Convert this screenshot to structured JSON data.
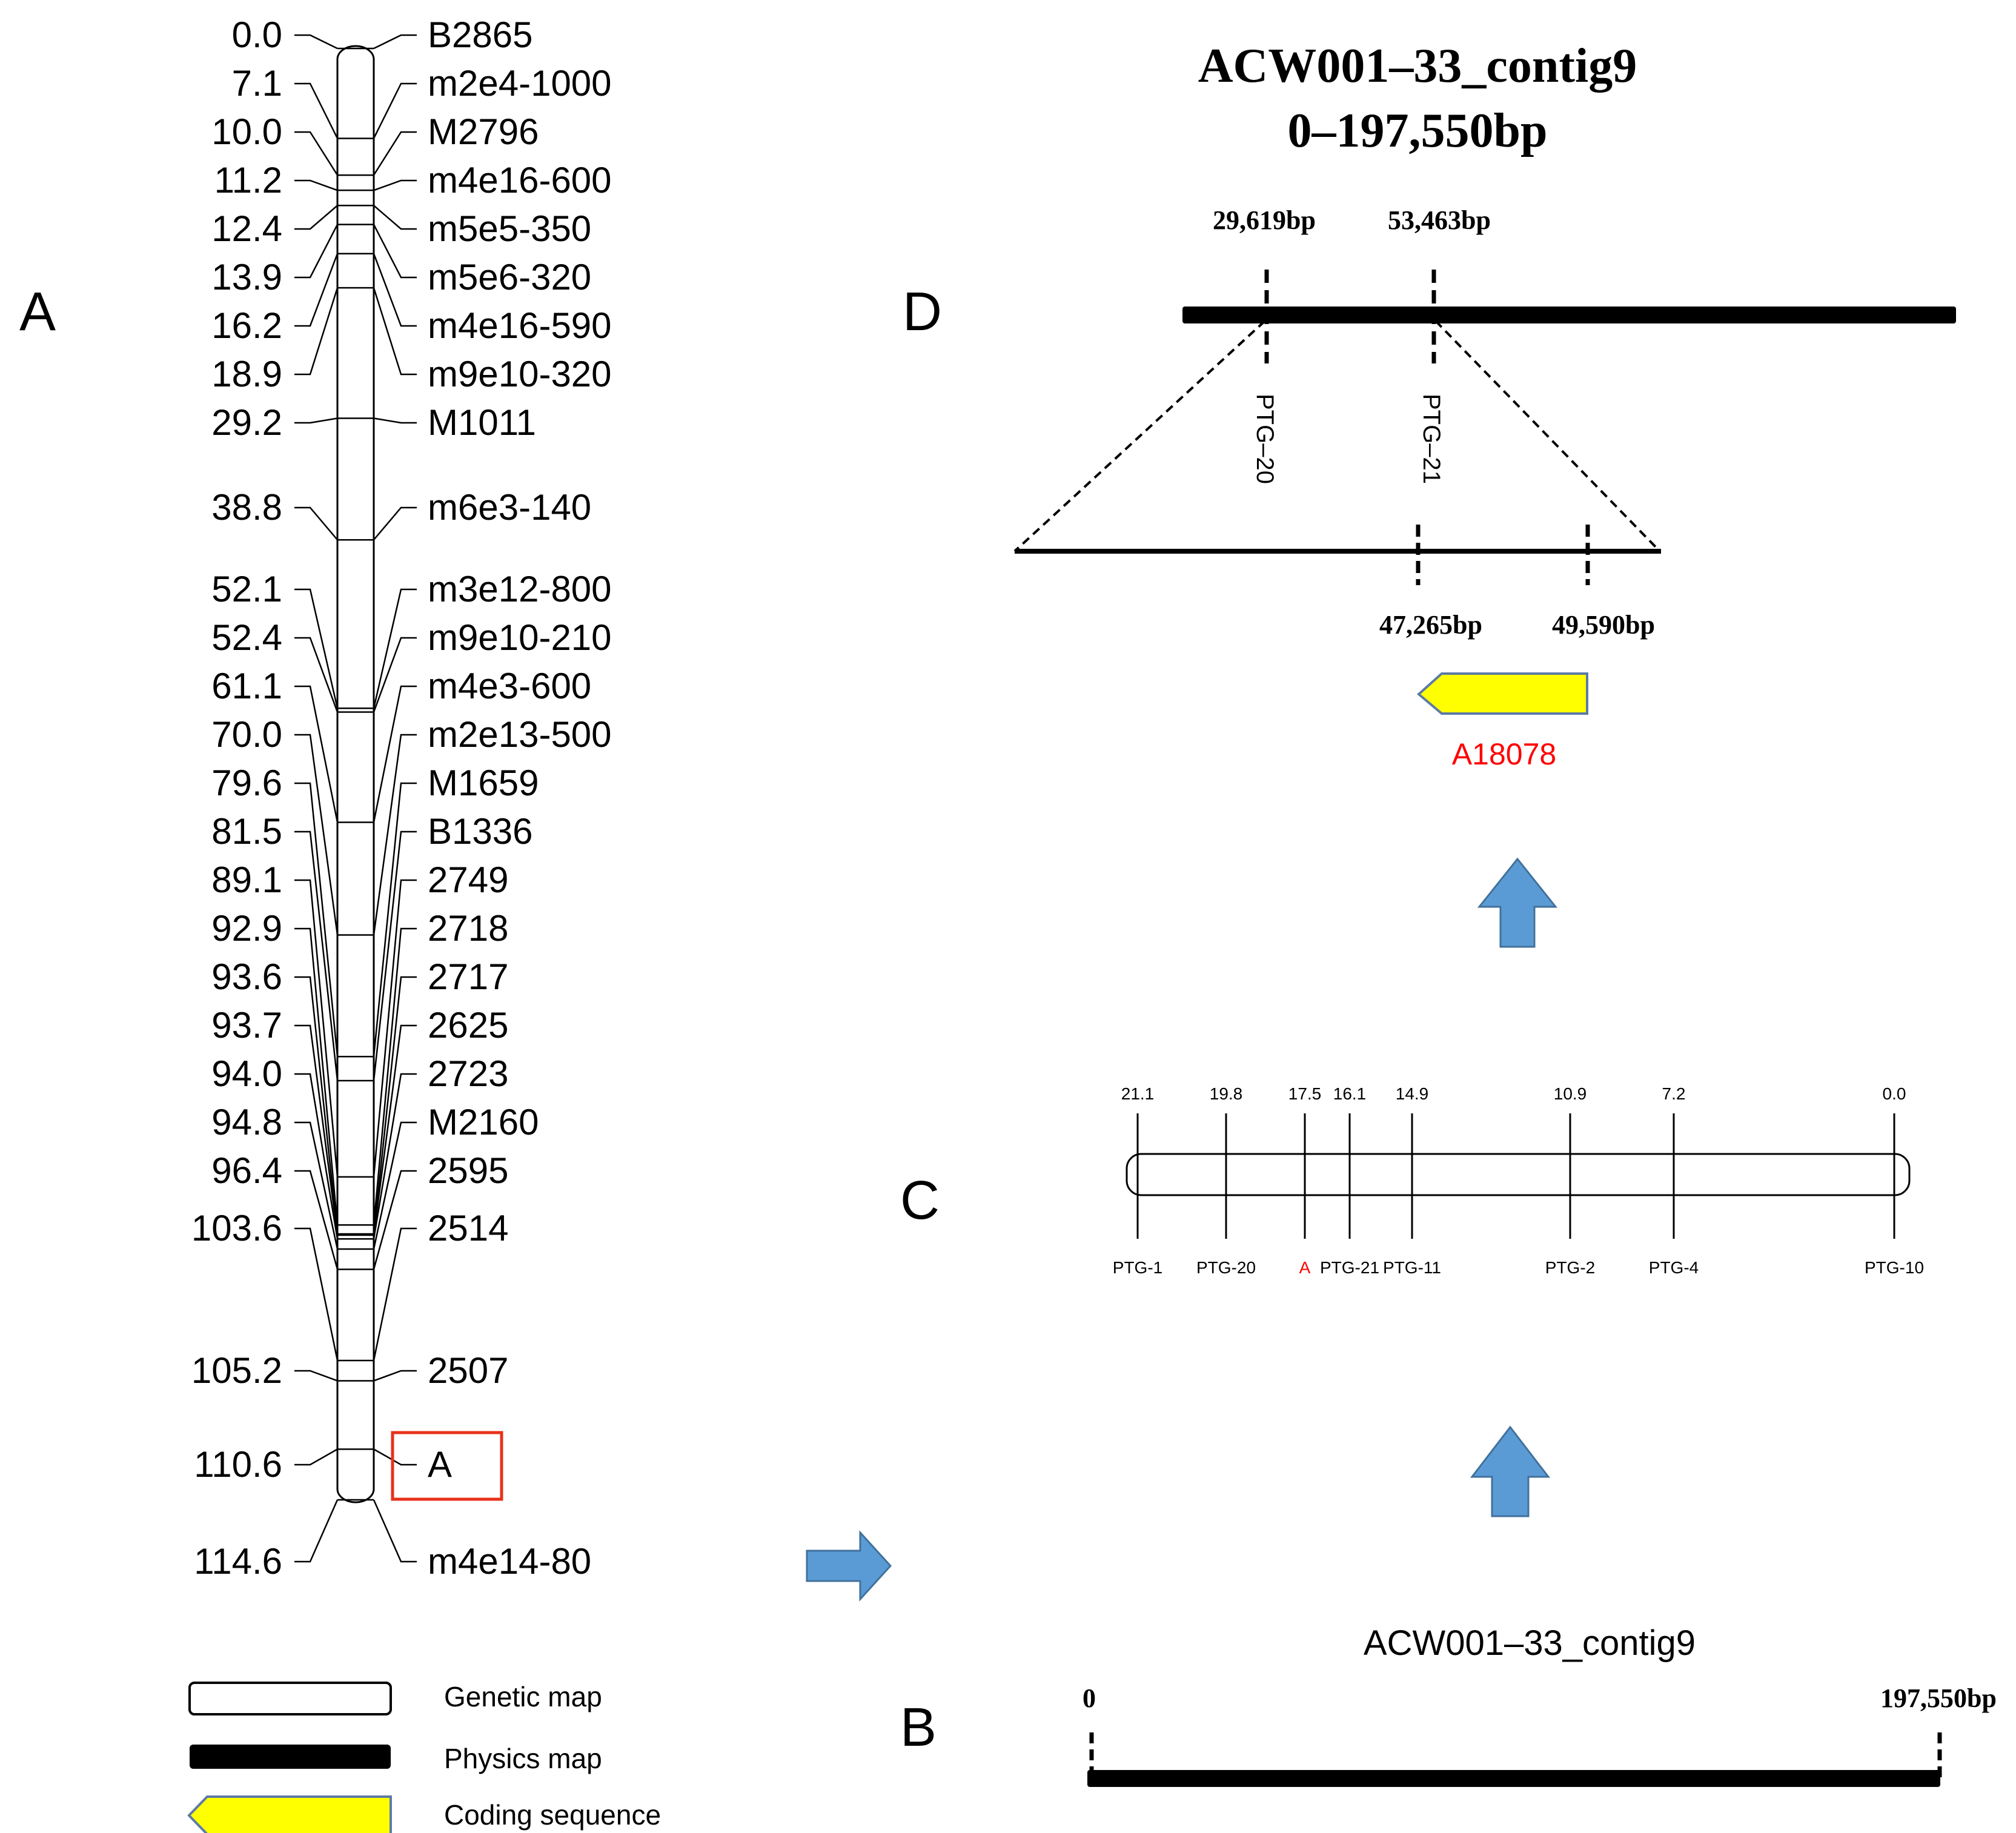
{
  "panel_labels": {
    "a": "A",
    "b": "B",
    "c": "C",
    "d": "D"
  },
  "panel_a": {
    "markers": [
      {
        "pos": "0.0",
        "name": "B2865"
      },
      {
        "pos": "7.1",
        "name": "m2e4-1000"
      },
      {
        "pos": "10.0",
        "name": "M2796"
      },
      {
        "pos": "11.2",
        "name": "m4e16-600"
      },
      {
        "pos": "12.4",
        "name": "m5e5-350"
      },
      {
        "pos": "13.9",
        "name": "m5e6-320"
      },
      {
        "pos": "16.2",
        "name": "m4e16-590"
      },
      {
        "pos": "18.9",
        "name": "m9e10-320"
      },
      {
        "pos": "29.2",
        "name": "M1011"
      },
      {
        "pos": "38.8",
        "name": "m6e3-140"
      },
      {
        "pos": "52.1",
        "name": "m3e12-800"
      },
      {
        "pos": "52.4",
        "name": "m9e10-210"
      },
      {
        "pos": "61.1",
        "name": "m4e3-600"
      },
      {
        "pos": "70.0",
        "name": "m2e13-500"
      },
      {
        "pos": "79.6",
        "name": "M1659"
      },
      {
        "pos": "81.5",
        "name": "B1336"
      },
      {
        "pos": "89.1",
        "name": "2749"
      },
      {
        "pos": "92.9",
        "name": "2718"
      },
      {
        "pos": "93.6",
        "name": "2717"
      },
      {
        "pos": "93.7",
        "name": "2625"
      },
      {
        "pos": "94.0",
        "name": "2723"
      },
      {
        "pos": "94.8",
        "name": "M2160"
      },
      {
        "pos": "96.4",
        "name": "2595"
      },
      {
        "pos": "103.6",
        "name": "2514"
      },
      {
        "pos": "105.2",
        "name": "2507"
      },
      {
        "pos": "110.6",
        "name": "A"
      },
      {
        "pos": "114.6",
        "name": "m4e14-80"
      }
    ]
  },
  "legend": {
    "genetic_map": "Genetic map",
    "physics_map": "Physics map",
    "coding_sequence": "Coding sequence"
  },
  "panel_b": {
    "title": "ACW001–33_contig9",
    "start_label": "0",
    "end_label": "197,550bp"
  },
  "panel_c": {
    "markers": [
      {
        "pos": "21.1",
        "name": "PTG-1"
      },
      {
        "pos": "19.8",
        "name": "PTG-20"
      },
      {
        "pos": "17.5",
        "name": "A"
      },
      {
        "pos": "16.1",
        "name": "PTG-21"
      },
      {
        "pos": "14.9",
        "name": "PTG-11"
      },
      {
        "pos": "10.9",
        "name": "PTG-2"
      },
      {
        "pos": "7.2",
        "name": "PTG-4"
      },
      {
        "pos": "0.0",
        "name": "PTG-10"
      }
    ]
  },
  "panel_d": {
    "title_line1": "ACW001–33_contig9",
    "title_line2": "0–197,550bp",
    "left_bp": "29,619bp",
    "right_bp": "53,463bp",
    "marker_left": "PTG–20",
    "marker_right": "PTG–21",
    "zoom_left_bp": "47,265bp",
    "zoom_right_bp": "49,590bp",
    "gene_name": "A18078"
  },
  "colors": {
    "arrow_fill": "#5b9bd5",
    "arrow_stroke": "#41719c",
    "gene_fill": "#ffff00",
    "highlight_red": "#ff0000",
    "box_red": "#e8311a"
  }
}
